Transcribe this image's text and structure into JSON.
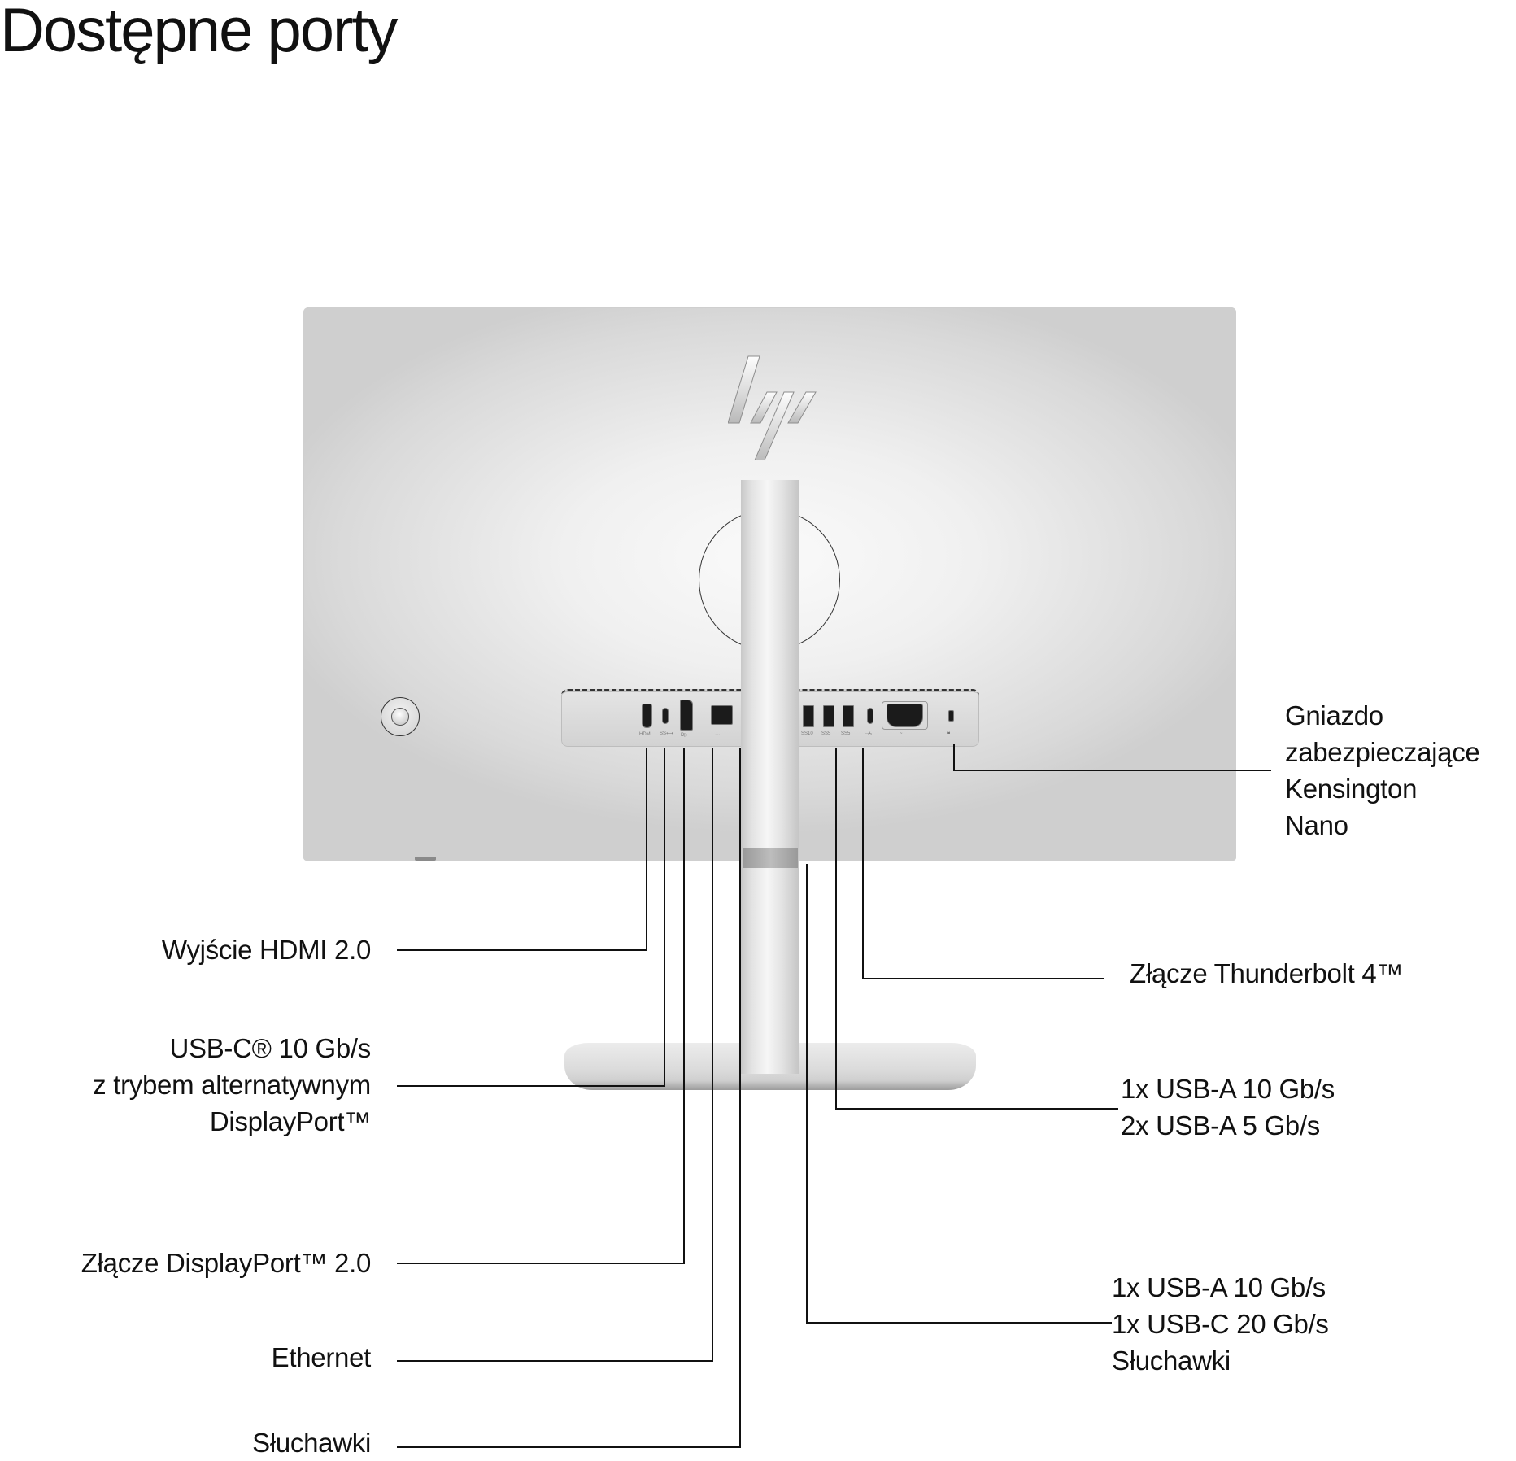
{
  "title": "Dostępne porty",
  "colors": {
    "text": "#111111",
    "monitor_body": "#e6e6e6",
    "port_black": "#1b1b1b",
    "background": "#ffffff"
  },
  "product": {
    "brand_logo": "hp-logo",
    "view": "rear"
  },
  "labels_left": [
    {
      "id": "hdmi",
      "lines": [
        "Wyjście HDMI 2.0"
      ]
    },
    {
      "id": "usbc",
      "lines": [
        "USB-C® 10 Gb/s",
        "z trybem alternatywnym",
        "DisplayPort™"
      ]
    },
    {
      "id": "displayport",
      "lines": [
        "Złącze DisplayPort™ 2.0"
      ]
    },
    {
      "id": "ethernet",
      "lines": [
        "Ethernet"
      ]
    },
    {
      "id": "headphones",
      "lines": [
        "Słuchawki"
      ]
    }
  ],
  "labels_right": [
    {
      "id": "kensington",
      "lines": [
        "Gniazdo",
        "zabezpieczające",
        "Kensington",
        "Nano"
      ]
    },
    {
      "id": "thunderbolt",
      "lines": [
        "Złącze Thunderbolt 4™"
      ]
    },
    {
      "id": "usba_group",
      "lines": [
        "1x USB-A 10 Gb/s",
        "2x USB-A 5 Gb/s"
      ]
    },
    {
      "id": "front_group",
      "lines": [
        "1x USB-A 10 Gb/s",
        "1x USB-C 20 Gb/s",
        "Słuchawki"
      ]
    }
  ],
  "ports_panel": [
    {
      "name": "hdmi-port",
      "icon": "hdmi"
    },
    {
      "name": "usb-c-port",
      "icon": "usb-c-dp"
    },
    {
      "name": "displayport-port",
      "icon": "displayport"
    },
    {
      "name": "ethernet-port",
      "icon": "network"
    },
    {
      "name": "headphone-jack",
      "icon": "headphones"
    },
    {
      "name": "usb-a-10gbps-port",
      "icon": "ss10"
    },
    {
      "name": "usb-a-5gbps-port-1",
      "icon": "ss5"
    },
    {
      "name": "usb-a-5gbps-port-2",
      "icon": "ss5"
    },
    {
      "name": "thunderbolt-port",
      "icon": "thunderbolt"
    },
    {
      "name": "power-inlet",
      "icon": "ac-power"
    },
    {
      "name": "kensington-slot",
      "icon": "lock"
    }
  ]
}
